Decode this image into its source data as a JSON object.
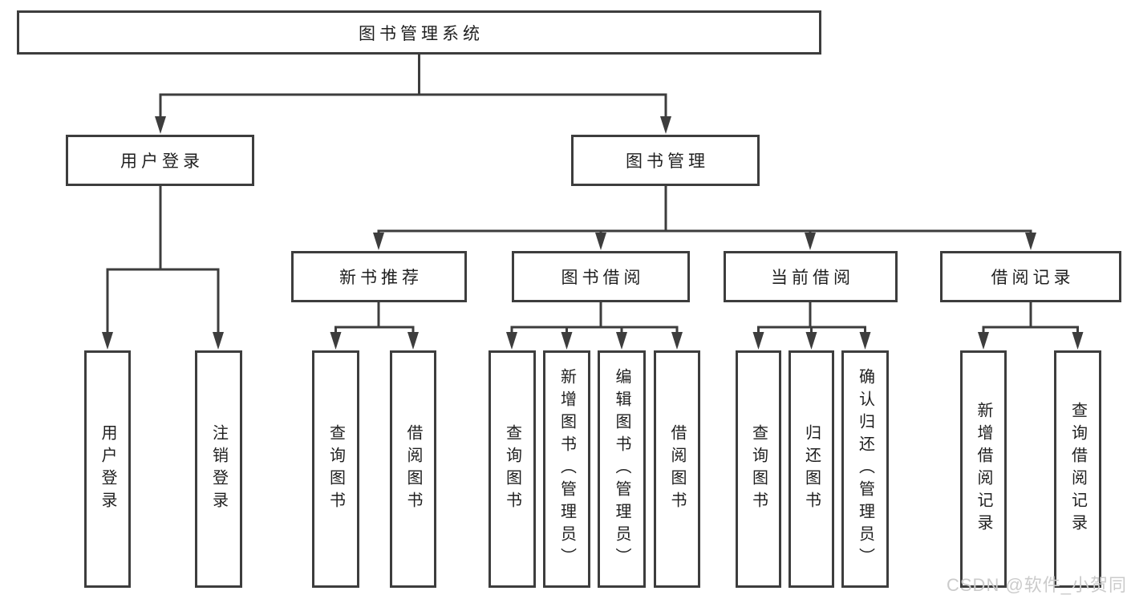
{
  "diagram": {
    "root": {
      "label": "图书管理系统"
    },
    "branches": {
      "user_login": {
        "label": "用户登录",
        "children": [
          "用户登录",
          "注销登录"
        ]
      },
      "book_management": {
        "label": "图书管理",
        "sections": {
          "new_book_recommend": {
            "label": "新书推荐",
            "children": [
              "查询图书",
              "借阅图书"
            ]
          },
          "book_borrowing": {
            "label": "图书借阅",
            "children": [
              "查询图书",
              "新增图书（管理员）",
              "编辑图书（管理员）",
              "借阅图书"
            ]
          },
          "current_borrowing": {
            "label": "当前借阅",
            "children": [
              "查询图书",
              "归还图书",
              "确认归还（管理员）"
            ]
          },
          "borrowing_records": {
            "label": "借阅记录",
            "children": [
              "新增借阅记录",
              "查询借阅记录"
            ]
          }
        }
      }
    }
  },
  "watermark": {
    "text": "CSDN @软件_小贺同学",
    "color": "#cbcbcb"
  },
  "colors": {
    "line": "#3d3d3d",
    "box_border": "#3d3d3d",
    "box_background": "#ffffff",
    "label_text": "#1f1f1f",
    "page_background": "#ffffff"
  }
}
